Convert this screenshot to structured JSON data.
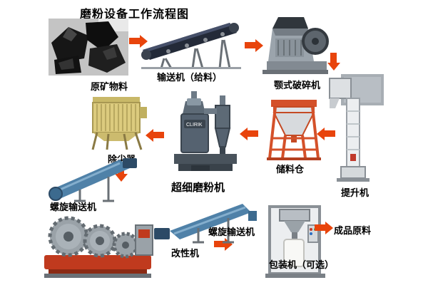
{
  "title": "磨粉设备工作流程图",
  "colors": {
    "arrow": "#e8440c",
    "label": "#000000",
    "background": "#ffffff",
    "accent_red": "#c03a1e",
    "silo_frame": "#d4512a",
    "screw_tube_blue": "#4f81a8",
    "dust_collector_body": "#dccb7e",
    "mill_body": "#556270"
  },
  "nodes": {
    "raw_material": {
      "label": "原矿物料"
    },
    "feeder_conveyor": {
      "label": "输送机（给料）"
    },
    "jaw_crusher": {
      "label": "颚式破碎机"
    },
    "bucket_elevator": {
      "label": "提升机"
    },
    "storage_silo": {
      "label": "储料仓"
    },
    "mill": {
      "label": "超细磨粉机",
      "brand": "CLIRIK"
    },
    "dust_collector": {
      "label": "除尘器"
    },
    "screw_conveyor_left": {
      "label": "螺旋输送机"
    },
    "modifier": {
      "label": "改性机"
    },
    "screw_conveyor_bottom": {
      "label": "螺旋输送机"
    },
    "packing_machine": {
      "label": "包装机（可选）"
    },
    "finished_product": {
      "label": "成品原料"
    }
  },
  "flow": [
    {
      "from": "raw_material",
      "to": "feeder_conveyor"
    },
    {
      "from": "feeder_conveyor",
      "to": "jaw_crusher"
    },
    {
      "from": "jaw_crusher",
      "to": "bucket_elevator"
    },
    {
      "from": "bucket_elevator",
      "to": "storage_silo"
    },
    {
      "from": "storage_silo",
      "to": "mill"
    },
    {
      "from": "mill",
      "to": "dust_collector"
    },
    {
      "from": "dust_collector",
      "to": "screw_conveyor_left"
    },
    {
      "from": "modifier",
      "to": "screw_conveyor_bottom"
    },
    {
      "from": "packing_machine",
      "to": "finished_product"
    }
  ]
}
